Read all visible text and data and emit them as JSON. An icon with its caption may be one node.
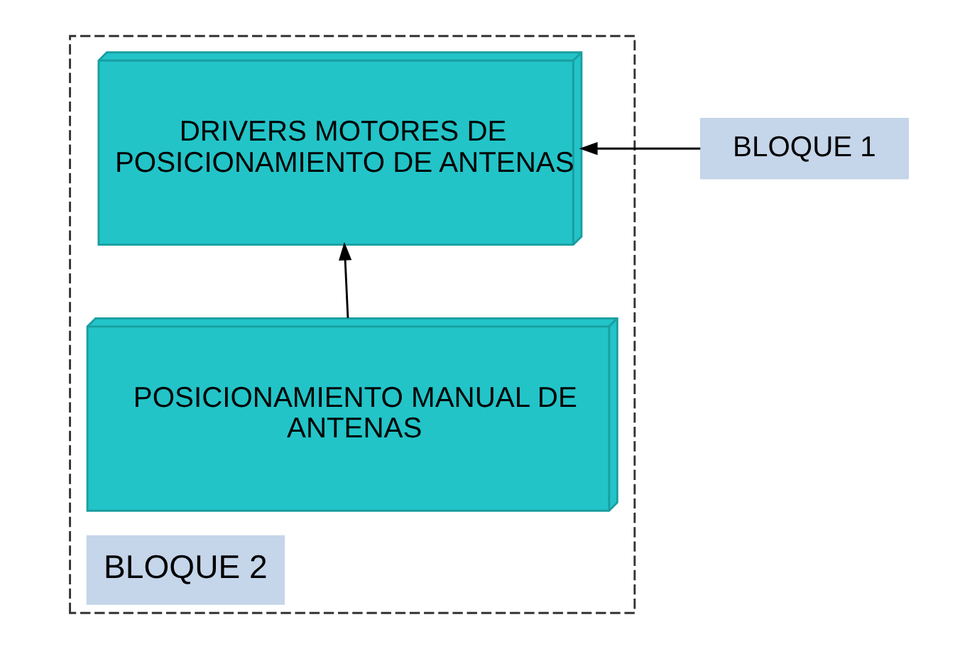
{
  "diagram": {
    "nodes": [
      {
        "text": [
          "BLOQUE 2"
        ]
      },
      {
        "text": [
          "DRIVERS MOTORES DE POSICIONAMIENTO DE ANTENAS"
        ],
        "in": 0
      },
      {
        "text": [
          "POSICIONAMIENTO MANUAL DE ANTENAS"
        ],
        "in": 0
      },
      {
        "text": [
          "BLOQUE 1"
        ]
      }
    ],
    "edges": [
      {
        "from": 2,
        "to": 1,
        "arrow": "to"
      },
      {
        "from": 3,
        "to": 1,
        "arrow": "to"
      }
    ]
  }
}
